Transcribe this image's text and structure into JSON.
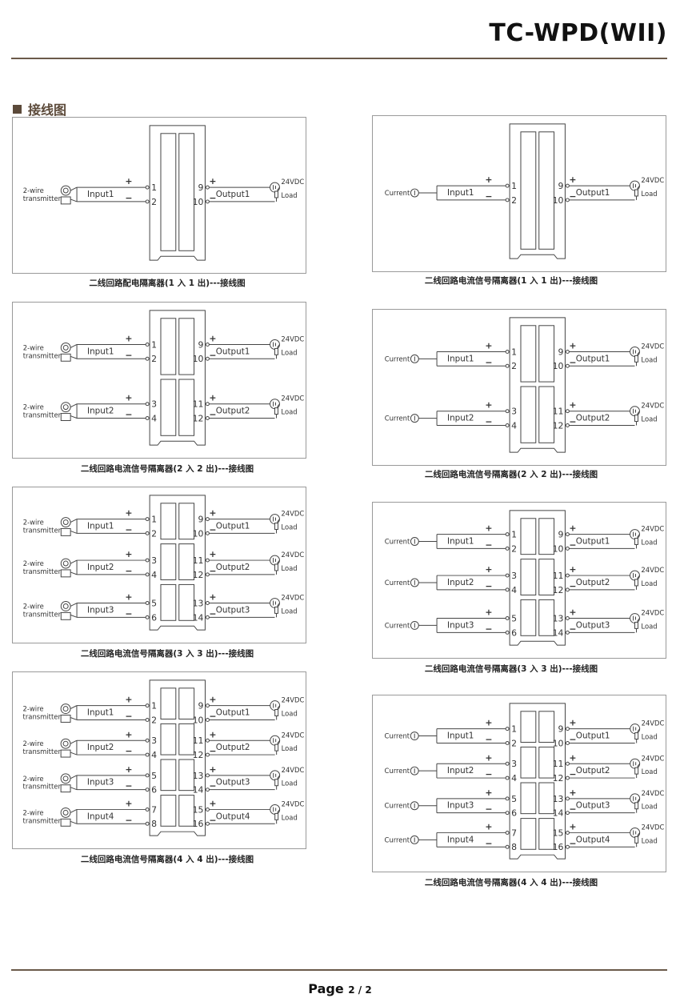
{
  "header": {
    "title": "TC-WPD(WII)"
  },
  "section": {
    "heading": "接线图"
  },
  "labels": {
    "plus": "+",
    "minus": "−",
    "vdc": "24VDC",
    "load": "Load",
    "two_wire_1": "2-wire",
    "two_wire_2": "transmitter",
    "current": "Current"
  },
  "diagrams": [
    {
      "channels": 1,
      "source": "transmitter",
      "caption": "二线回路配电隔离器(1 入 1 出)---接线图",
      "inputs": [
        "Input1"
      ],
      "outputs": [
        "Output1"
      ],
      "in_terms": [
        [
          "1",
          "2"
        ]
      ],
      "out_terms": [
        [
          "9",
          "10"
        ]
      ]
    },
    {
      "channels": 1,
      "source": "current",
      "caption": "二线回路电流信号隔离器(1 入 1 出)---接线图",
      "inputs": [
        "Input1"
      ],
      "outputs": [
        "Output1"
      ],
      "in_terms": [
        [
          "1",
          "2"
        ]
      ],
      "out_terms": [
        [
          "9",
          "10"
        ]
      ]
    },
    {
      "channels": 2,
      "source": "transmitter",
      "caption": "二线回路电流信号隔离器(2 入 2 出)---接线图",
      "inputs": [
        "Input1",
        "Input2"
      ],
      "outputs": [
        "Output1",
        "Output2"
      ],
      "in_terms": [
        [
          "1",
          "2"
        ],
        [
          "3",
          "4"
        ]
      ],
      "out_terms": [
        [
          "9",
          "10"
        ],
        [
          "11",
          "12"
        ]
      ]
    },
    {
      "channels": 2,
      "source": "current",
      "caption": "二线回路电流信号隔离器(2 入 2 出)---接线图",
      "inputs": [
        "Input1",
        "Input2"
      ],
      "outputs": [
        "Output1",
        "Output2"
      ],
      "in_terms": [
        [
          "1",
          "2"
        ],
        [
          "3",
          "4"
        ]
      ],
      "out_terms": [
        [
          "9",
          "10"
        ],
        [
          "11",
          "12"
        ]
      ]
    },
    {
      "channels": 3,
      "source": "transmitter",
      "caption": "二线回路电流信号隔离器(3 入 3 出)---接线图",
      "inputs": [
        "Input1",
        "Input2",
        "Input3"
      ],
      "outputs": [
        "Output1",
        "Output2",
        "Output3"
      ],
      "in_terms": [
        [
          "1",
          "2"
        ],
        [
          "3",
          "4"
        ],
        [
          "5",
          "6"
        ]
      ],
      "out_terms": [
        [
          "9",
          "10"
        ],
        [
          "11",
          "12"
        ],
        [
          "13",
          "14"
        ]
      ]
    },
    {
      "channels": 3,
      "source": "current",
      "caption": "二线回路电流信号隔离器(3 入 3 出)---接线图",
      "inputs": [
        "Input1",
        "Input2",
        "Input3"
      ],
      "outputs": [
        "Output1",
        "Output2",
        "Output3"
      ],
      "in_terms": [
        [
          "1",
          "2"
        ],
        [
          "3",
          "4"
        ],
        [
          "5",
          "6"
        ]
      ],
      "out_terms": [
        [
          "9",
          "10"
        ],
        [
          "11",
          "12"
        ],
        [
          "13",
          "14"
        ]
      ]
    },
    {
      "channels": 4,
      "source": "transmitter",
      "caption": "二线回路电流信号隔离器(4 入 4 出)---接线图",
      "inputs": [
        "Input1",
        "Input2",
        "Input3",
        "Input4"
      ],
      "outputs": [
        "Output1",
        "Output2",
        "Output3",
        "Output4"
      ],
      "in_terms": [
        [
          "1",
          "2"
        ],
        [
          "3",
          "4"
        ],
        [
          "5",
          "6"
        ],
        [
          "7",
          "8"
        ]
      ],
      "out_terms": [
        [
          "9",
          "10"
        ],
        [
          "11",
          "12"
        ],
        [
          "13",
          "14"
        ],
        [
          "15",
          "16"
        ]
      ]
    },
    {
      "channels": 4,
      "source": "current",
      "caption": "二线回路电流信号隔离器(4 入 4 出)---接线图",
      "inputs": [
        "Input1",
        "Input2",
        "Input3",
        "Input4"
      ],
      "outputs": [
        "Output1",
        "Output2",
        "Output3",
        "Output4"
      ],
      "in_terms": [
        [
          "1",
          "2"
        ],
        [
          "3",
          "4"
        ],
        [
          "5",
          "6"
        ],
        [
          "7",
          "8"
        ]
      ],
      "out_terms": [
        [
          "9",
          "10"
        ],
        [
          "11",
          "12"
        ],
        [
          "13",
          "14"
        ],
        [
          "15",
          "16"
        ]
      ]
    }
  ],
  "footer": {
    "page_label": "Page",
    "page_number": "2 / 2"
  }
}
